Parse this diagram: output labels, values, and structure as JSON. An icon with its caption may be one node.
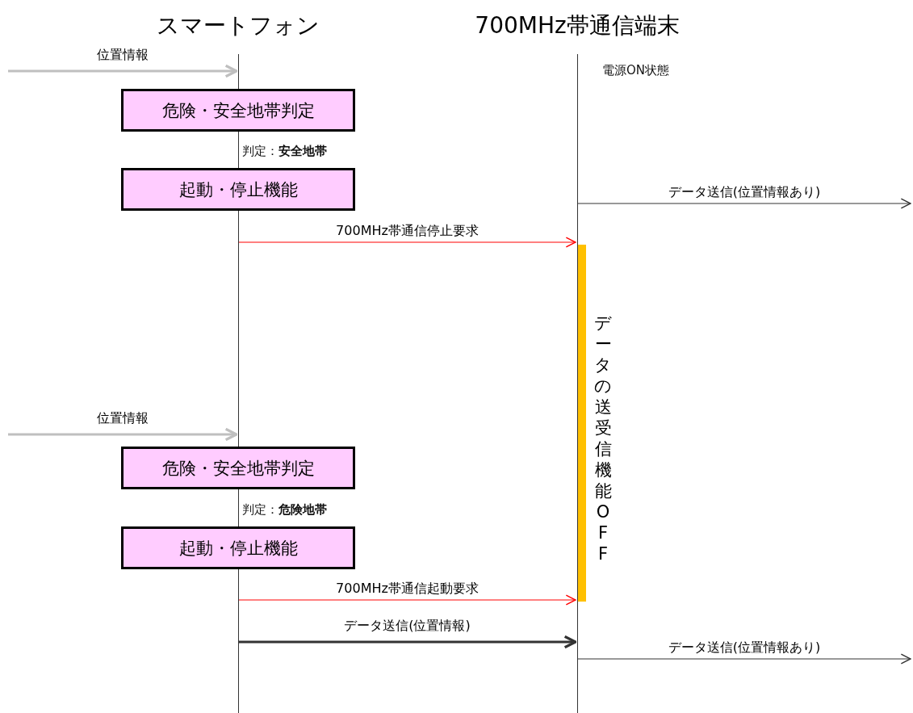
{
  "diagram": {
    "nodes": [
      {
        "text": [
          "スマートフォン"
        ]
      },
      {
        "text": [
          "700MHz帯通信端末"
        ]
      },
      {
        "text": [
          "危険・安全地帯判定"
        ]
      },
      {
        "text": [
          "起動・停止機能"
        ]
      },
      {
        "text": [
          "危険・安全地帯判定"
        ]
      },
      {
        "text": [
          "起動・停止機能"
        ]
      },
      {
        "text": [
          "データの送受信機能OFF"
        ]
      }
    ],
    "edges": [
      {
        "from": null,
        "to": 0,
        "arrow": "to",
        "label": "位置情報",
        "style": "thick",
        "color": "#bfbfbf"
      },
      {
        "from": 1,
        "to": null,
        "arrow": "to",
        "label": "データ送信(位置情報あり)"
      },
      {
        "from": 0,
        "to": 1,
        "arrow": "to",
        "label": "700MHz帯通信停止要求",
        "color": "#ff0000"
      },
      {
        "from": null,
        "to": 0,
        "arrow": "to",
        "label": "位置情報",
        "style": "thick",
        "color": "#bfbfbf"
      },
      {
        "from": 0,
        "to": 1,
        "arrow": "to",
        "label": "700MHz帯通信起動要求",
        "color": "#ff0000"
      },
      {
        "from": 0,
        "to": 1,
        "arrow": "to",
        "label": "データ送信(位置情報)",
        "style": "thick"
      },
      {
        "from": 1,
        "to": null,
        "arrow": "to",
        "label": "データ送信(位置情報あり)"
      }
    ],
    "labels": [
      "電源ON状態",
      "判定：**安全地帯**",
      "判定：**危険地帯**"
    ]
  }
}
